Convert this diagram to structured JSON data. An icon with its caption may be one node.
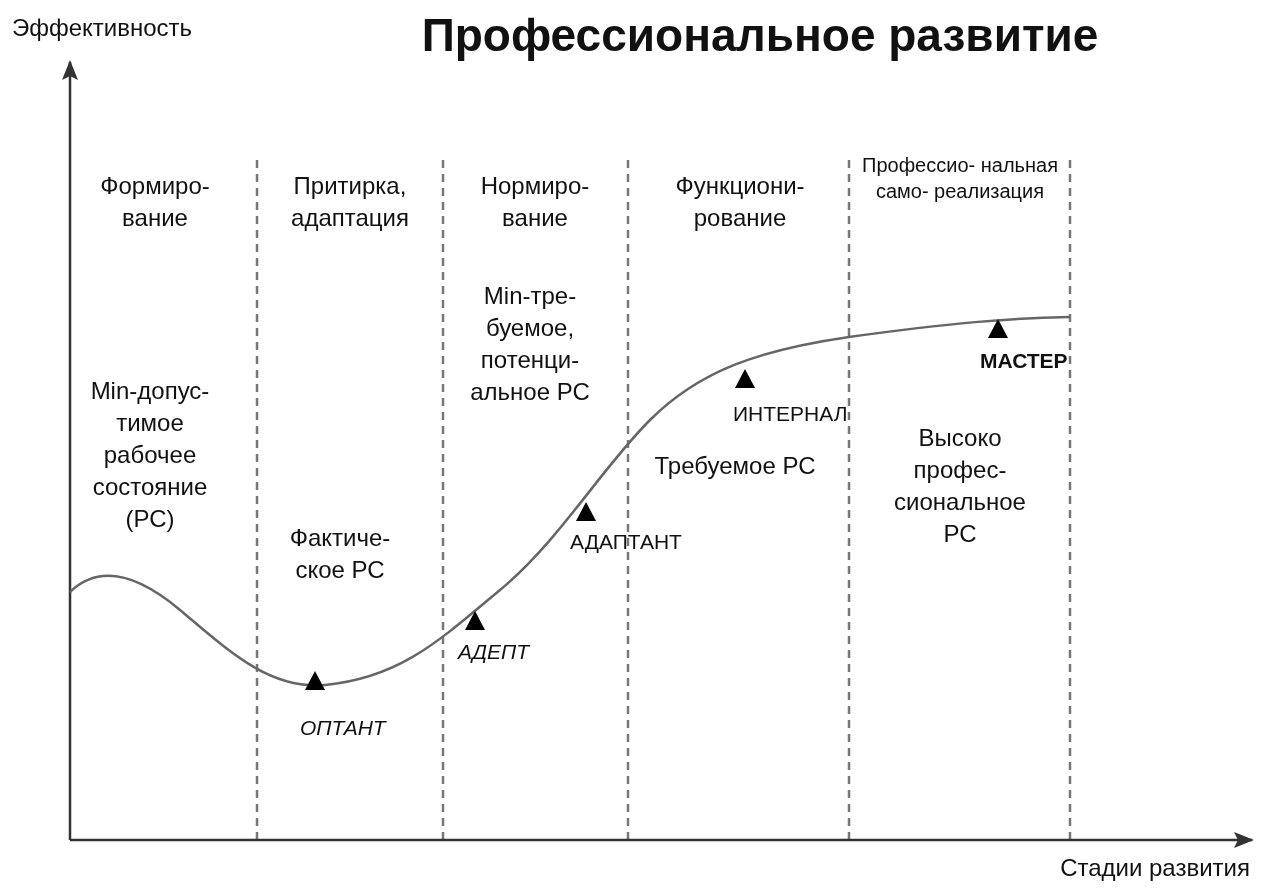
{
  "diagram": {
    "title": "Профессиональное развитие",
    "labels": [
      "Эффективность",
      "Формиро- вание",
      "Притирка, адаптация",
      "Нормиро- вание",
      "Функциони- рование",
      "Профессио- нальная само- реализация",
      "Min-тре- буемое, потенци- альное РС",
      "Min-допус- тимое рабочее состояние (РС)",
      "МАСТЕР",
      "ИНТЕРНАЛ",
      "Высоко профес- сиональное РС",
      "Требуемое РС",
      "АДАПТАНТ",
      "Фактиче- ское РС",
      "АДЕПТ",
      "ОПТАНТ",
      "Стадии развития"
    ]
  }
}
